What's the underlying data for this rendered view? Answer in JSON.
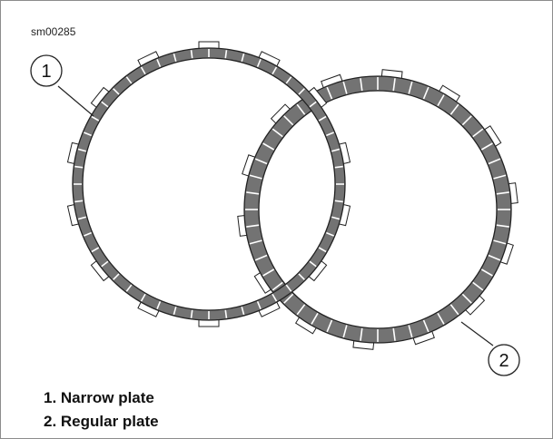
{
  "figure": {
    "code": "sm00285",
    "callouts": [
      {
        "number": "1",
        "target": "narrow-plate"
      },
      {
        "number": "2",
        "target": "regular-plate"
      }
    ],
    "legend": [
      {
        "label": "1. Narrow plate"
      },
      {
        "label": "2. Regular plate"
      }
    ],
    "plates": {
      "narrow": {
        "tabs": 14,
        "pads": 48
      },
      "regular": {
        "tabs": 14,
        "pads": 48
      }
    },
    "colors": {
      "ring": "#737373",
      "ring_outline": "#222222",
      "tab_fill": "#ffffff",
      "border": "#8c8c8c"
    }
  }
}
